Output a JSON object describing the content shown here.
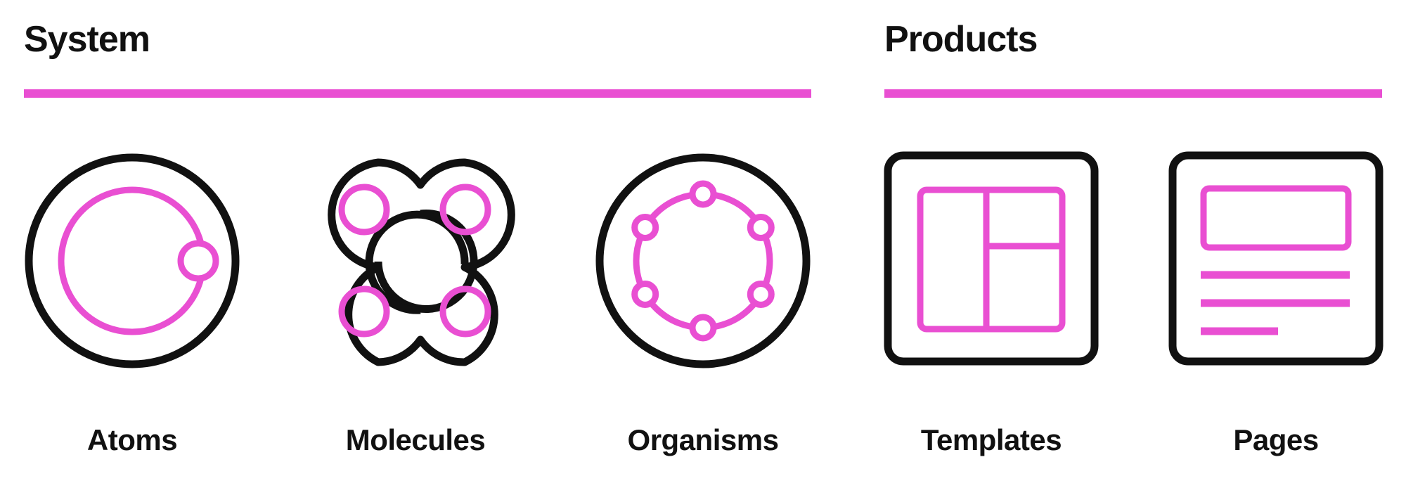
{
  "colors": {
    "accent": "#e94fd2",
    "ink": "#111111",
    "background": "#ffffff"
  },
  "sections": [
    {
      "title": "System",
      "items": [
        {
          "label": "Atoms",
          "icon": "atom-icon"
        },
        {
          "label": "Molecules",
          "icon": "molecule-icon"
        },
        {
          "label": "Organisms",
          "icon": "organism-icon"
        }
      ]
    },
    {
      "title": "Products",
      "items": [
        {
          "label": "Templates",
          "icon": "template-icon"
        },
        {
          "label": "Pages",
          "icon": "page-icon"
        }
      ]
    }
  ]
}
